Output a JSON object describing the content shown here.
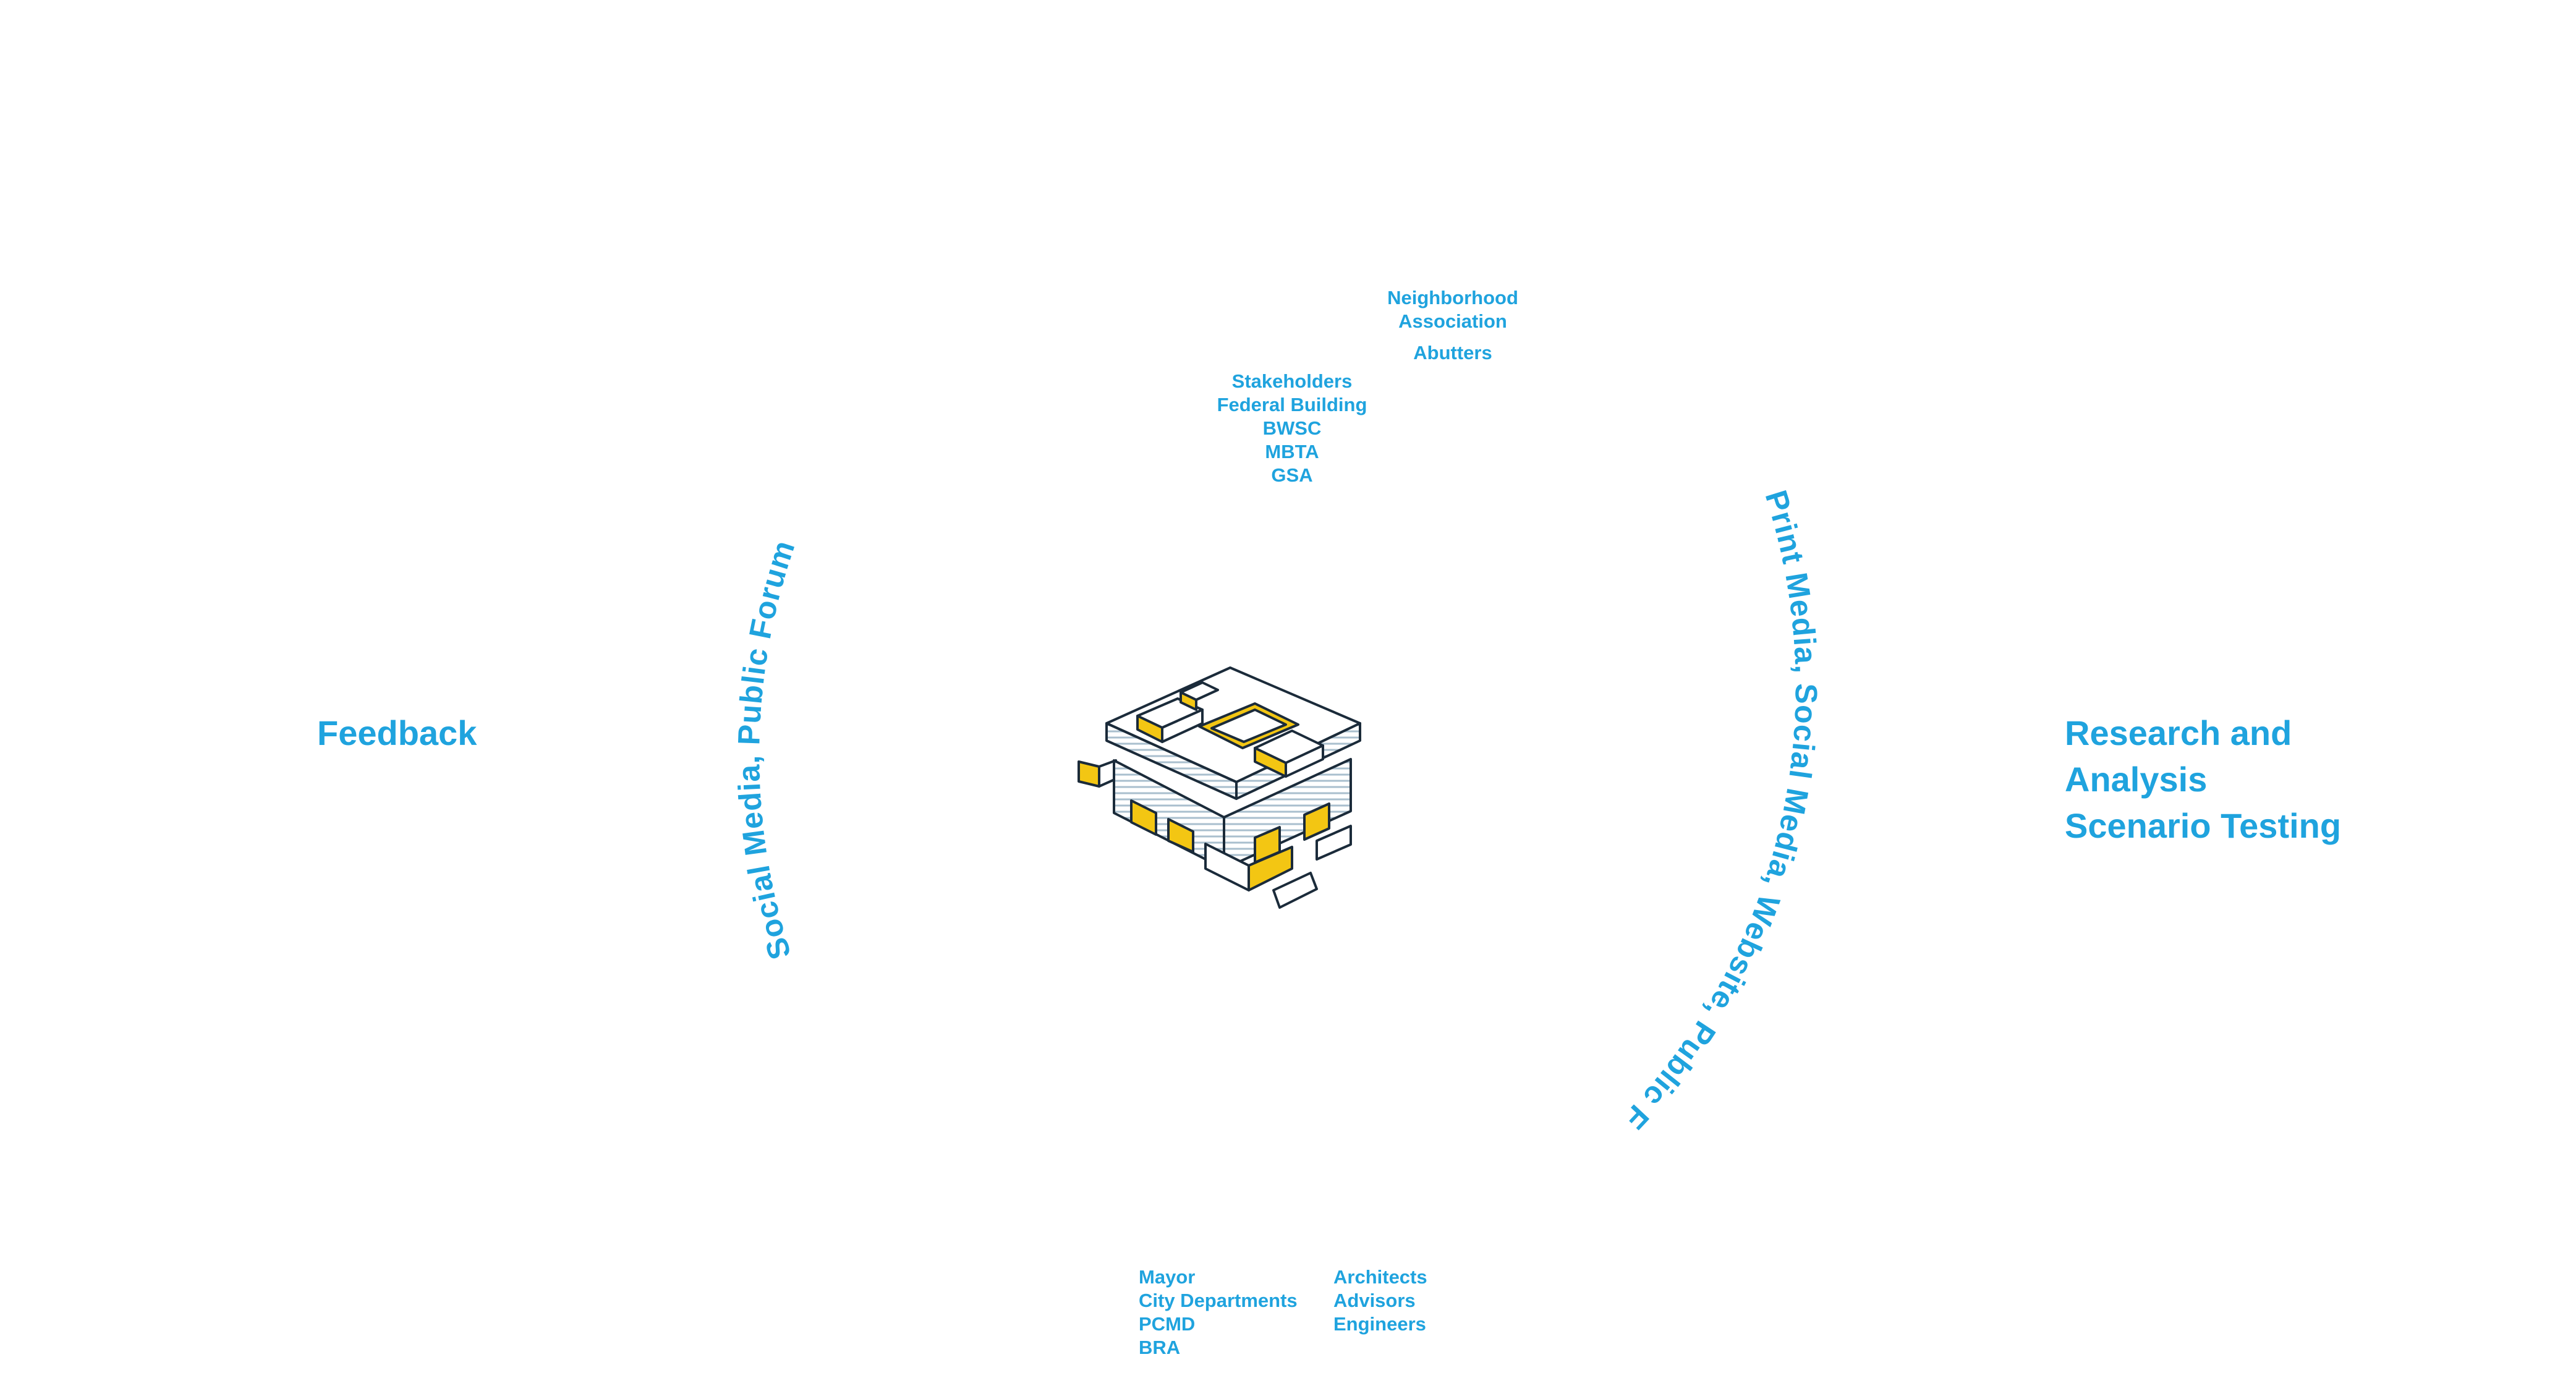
{
  "colors": {
    "label": "#1fa3de",
    "building_accent": "#f3c613",
    "building_outline": "#1b2b3a",
    "building_fill": "#ffffff",
    "building_stripes": "#a9bfce"
  },
  "icons": {
    "building": "isometric-building-icon"
  },
  "labels": {
    "feedback": "Feedback",
    "research": [
      "Research and",
      "Analysis",
      "Scenario Testing"
    ],
    "neighborhood": [
      "Neighborhood",
      "Association"
    ],
    "abutters": "Abutters",
    "stakeholders": [
      "Stakeholders",
      "Federal Building",
      "BWSC",
      "MBTA",
      "GSA"
    ],
    "city": [
      "Mayor",
      "City Departments",
      "PCMD",
      "BRA"
    ],
    "consultants": [
      "Architects",
      "Advisors",
      "Engineers"
    ]
  },
  "arcs": {
    "left": "Social Media, Public Forums",
    "right": "Print Media, Social Media, Website, Public Forums"
  }
}
